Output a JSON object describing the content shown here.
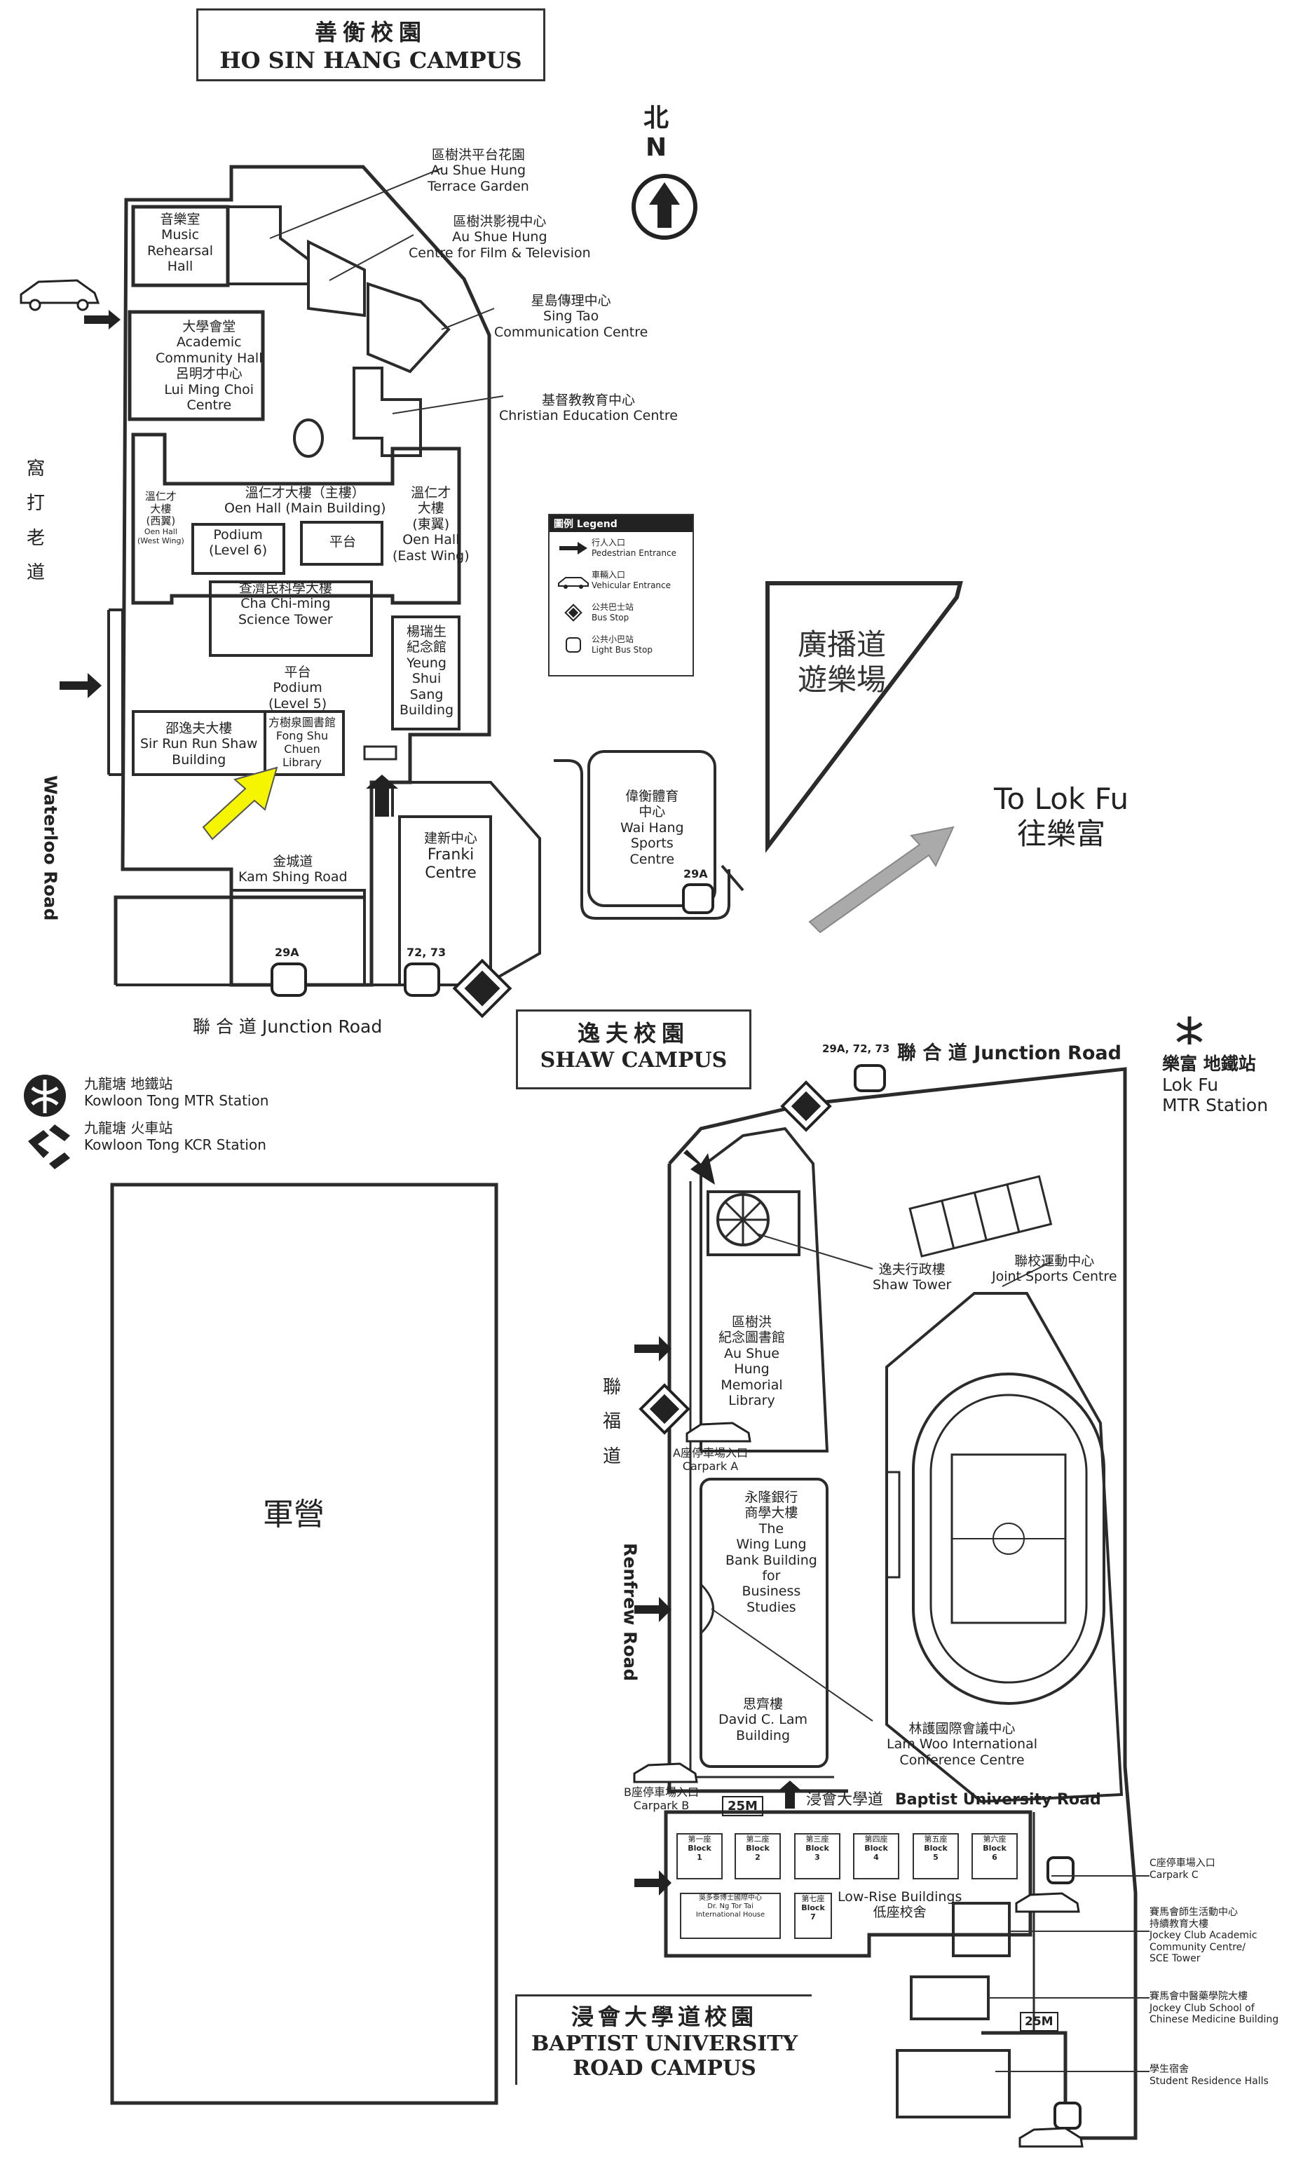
{
  "ho_sin_hang": {
    "title_zh": "善衡校園",
    "title_en": "HO SIN HANG CAMPUS",
    "north": {
      "zh": "北",
      "en": "N"
    },
    "buildings": {
      "terrace": {
        "zh": "區樹洪平台花園",
        "en1": "Au Shue Hung",
        "en2": "Terrace Garden"
      },
      "film": {
        "zh": "區樹洪影視中心",
        "en1": "Au Shue Hung",
        "en2": "Centre for Film & Television"
      },
      "singtao": {
        "zh": "星島傳理中心",
        "en1": "Sing Tao",
        "en2": "Communication Centre"
      },
      "christian": {
        "zh": "基督教教育中心",
        "en1": "Christian Education Centre"
      },
      "music": {
        "zh": "音樂室",
        "en1": "Music",
        "en2": "Rehearsal",
        "en3": "Hall"
      },
      "acad": {
        "zh": "大學會堂",
        "en1": "Academic",
        "en2": "Community Hall",
        "zh2": "呂明才中心",
        "en3": "Lui  Ming Choi",
        "en4": "Centre"
      },
      "oen_main": {
        "zh": "溫仁才大樓（主樓）",
        "en": "Oen Hall (Main Building)"
      },
      "oen_west": {
        "zh1": "溫仁才",
        "zh2": "大樓",
        "zh3": "(西翼)",
        "en1": "Oen Hall",
        "en2": "(West Wing)"
      },
      "oen_east": {
        "zh1": "溫仁才",
        "zh2": "大樓",
        "zh3": "(東翼)",
        "en1": "Oen Hall",
        "en2": "(East Wing)"
      },
      "podium6": {
        "en1": "Podium",
        "en2": "(Level 6)"
      },
      "platform": {
        "zh": "平台"
      },
      "cha": {
        "zh": "查濟民科學大樓",
        "en1": "Cha Chi-ming",
        "en2": "Science Tower"
      },
      "yeung": {
        "zh1": "楊瑞生",
        "zh2": "紀念館",
        "en1": "Yeung",
        "en2": "Shui",
        "en3": "Sang",
        "en4": "Building"
      },
      "podium5": {
        "zh": "平台",
        "en1": "Podium",
        "en2": "(Level 5)"
      },
      "shaw_bldg": {
        "zh": "邵逸夫大樓",
        "en1": "Sir Run Run Shaw",
        "en2": "Building"
      },
      "fong": {
        "zh": "方樹泉圖書館",
        "en1": "Fong Shu",
        "en2": "Chuen",
        "en3": "Library"
      },
      "franki": {
        "zh": "建新中心",
        "en1": "Franki",
        "en2": "Centre"
      },
      "waihang": {
        "zh1": "偉衡體育",
        "zh2": "中心",
        "en1": "Wai Hang",
        "en2": "Sports",
        "en3": "Centre"
      }
    },
    "roads": {
      "kam_zh": "金城道",
      "kam_en": "Kam Shing Road",
      "junction": "聯 合 道  Junction Road",
      "waterloo_zh": [
        "窩",
        "打",
        "老",
        "道"
      ],
      "waterloo_en": "Waterloo Road"
    },
    "bus": {
      "b29a_1": "29A",
      "b7273": "72, 73",
      "b29a_2": "29A"
    },
    "legend": {
      "title": "圖例 Legend",
      "ped_zh": "行人入口",
      "ped_en": "Pedestrian Entrance",
      "veh_zh": "車輛入口",
      "veh_en": "Vehicular Entrance",
      "bus_zh": "公共巴士站",
      "bus_en": "Bus Stop",
      "lbus_zh": "公共小巴站",
      "lbus_en": "Light Bus Stop"
    }
  },
  "broadcast": {
    "zh1": "廣播道",
    "zh2": "遊樂場"
  },
  "lokfu_dir": {
    "en": "To Lok Fu",
    "zh": "往樂富"
  },
  "mtr": {
    "zh": "九龍塘 地鐵站",
    "en": "Kowloon Tong MTR Station"
  },
  "kcr": {
    "zh": "九龍塘 火車站",
    "en": "Kowloon Tong KCR Station"
  },
  "barracks": "軍營",
  "shaw": {
    "title_zh": "逸夫校園",
    "title_en": "SHAW CAMPUS",
    "bus_top": "29A, 72, 73",
    "junction": "聯 合 道  Junction Road",
    "lokfu_mtr": {
      "zh": "樂富 地鐵站",
      "en1": "Lok Fu",
      "en2": "MTR Station"
    },
    "shaw_tower": {
      "zh": "逸夫行政樓",
      "en": "Shaw Tower"
    },
    "sports": {
      "zh": "聯校運動中心",
      "en": "Joint Sports Centre"
    },
    "library": {
      "zh1": "區樹洪",
      "zh2": "紀念圖書館",
      "en1": "Au Shue",
      "en2": "Hung",
      "en3": "Memorial",
      "en4": "Library"
    },
    "luk_fuk": [
      "聯",
      "福",
      "道"
    ],
    "carpark_a": {
      "zh": "A座停車場入口",
      "en": "Carpark A"
    },
    "wing_lung": {
      "zh1": "永隆銀行",
      "zh2": "商學大樓",
      "en1": "The",
      "en2": "Wing Lung",
      "en3": "Bank Building",
      "en4": "for",
      "en5": "Business",
      "en6": "Studies"
    },
    "renfrew": "Renfrew Road",
    "david": {
      "zh": "思齊樓",
      "en1": "David C. Lam",
      "en2": "Building"
    },
    "lam_woo": {
      "zh": "林護國際會議中心",
      "en1": "Lam Woo International",
      "en2": "Conference Centre"
    }
  },
  "bur": {
    "carpark_b": {
      "zh": "B座停車場入口",
      "en": "Carpark B"
    },
    "minibus": "25M",
    "road_zh": "浸會大學道",
    "road_en": "Baptist University Road",
    "blocks": [
      {
        "zh": "第一座",
        "en1": "Block",
        "en2": "1"
      },
      {
        "zh": "第二座",
        "en1": "Block",
        "en2": "2"
      },
      {
        "zh": "第三座",
        "en1": "Block",
        "en2": "3"
      },
      {
        "zh": "第四座",
        "en1": "Block",
        "en2": "4"
      },
      {
        "zh": "第五座",
        "en1": "Block",
        "en2": "5"
      },
      {
        "zh": "第六座",
        "en1": "Block",
        "en2": "6"
      }
    ],
    "ng_tor_tai": {
      "zh": "吳多泰博士國際中心",
      "en1": "Dr. Ng Tor Tai",
      "en2": "International House"
    },
    "block7": {
      "zh": "第七座",
      "en1": "Block",
      "en2": "7"
    },
    "low_rise": {
      "en": "Low-Rise Buildings",
      "zh": "低座校舍"
    },
    "carpark_c": {
      "zh": "C座停車場入口",
      "en": "Carpark C"
    },
    "jockey_acad": {
      "zh": "賽馬會師生活動中心",
      "zh2": "持續教育大樓",
      "en1": "Jockey Club Academic",
      "en2": "Community Centre/",
      "en3": "SCE Tower"
    },
    "jockey_cm": {
      "zh": "賽馬會中醫藥學院大樓",
      "en1": "Jockey Club School of",
      "en2": "Chinese Medicine Building"
    },
    "residence": {
      "zh": "學生宿舍",
      "en": "Student Residence Halls"
    },
    "minibus2": "25M",
    "title_zh": "浸會大學道校園",
    "title_en1": "BAPTIST UNIVERSITY",
    "title_en2": "ROAD CAMPUS"
  }
}
